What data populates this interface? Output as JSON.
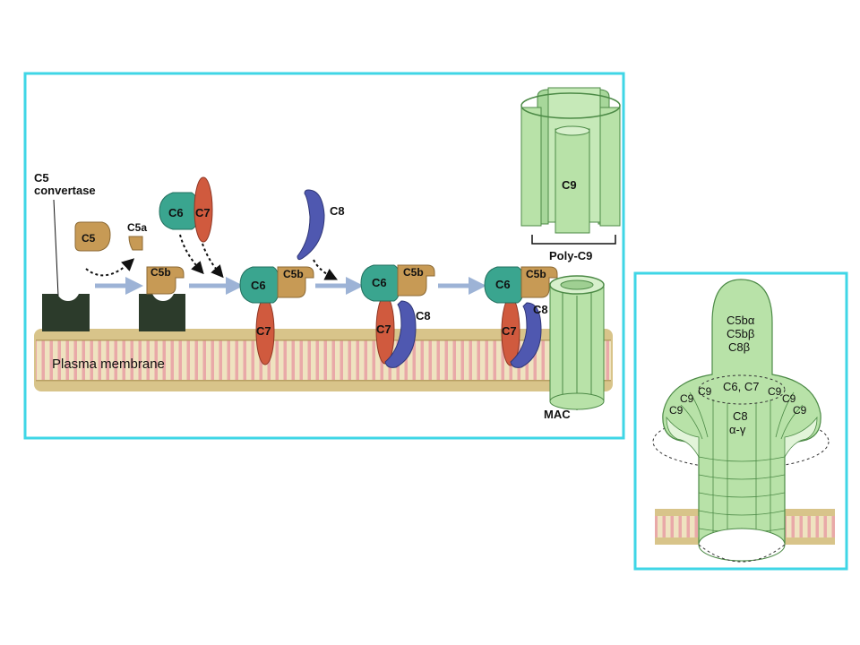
{
  "colors": {
    "frame": "#3fd6e6",
    "membrane": "#e7d7a8",
    "membrane_stripe": "#e9a9a8",
    "convertase": "#2c3b2b",
    "c5": "#c79a55",
    "c6": "#3aa58f",
    "c7": "#d05a3e",
    "c8": "#4f58b0",
    "c9": "#b8e2a8"
  },
  "main_panel": {
    "c5_convertase_line1": "C5",
    "c5_convertase_line2": "convertase",
    "c5": "C5",
    "c5a": "C5a",
    "c5b": "C5b",
    "c6": "C6",
    "c7": "C7",
    "c8": "C8",
    "c9": "C9",
    "poly_c9": "Poly-C9",
    "plasma_membrane": "Plasma membrane",
    "mac": "MAC"
  },
  "inset_panel": {
    "c5b_alpha": "C5bα",
    "c5b_beta": "C5bβ",
    "c8_beta": "C8β",
    "c6_c7": "C6, C7",
    "c9": "C9",
    "c8": "C8",
    "alpha_gamma": "α-γ"
  }
}
